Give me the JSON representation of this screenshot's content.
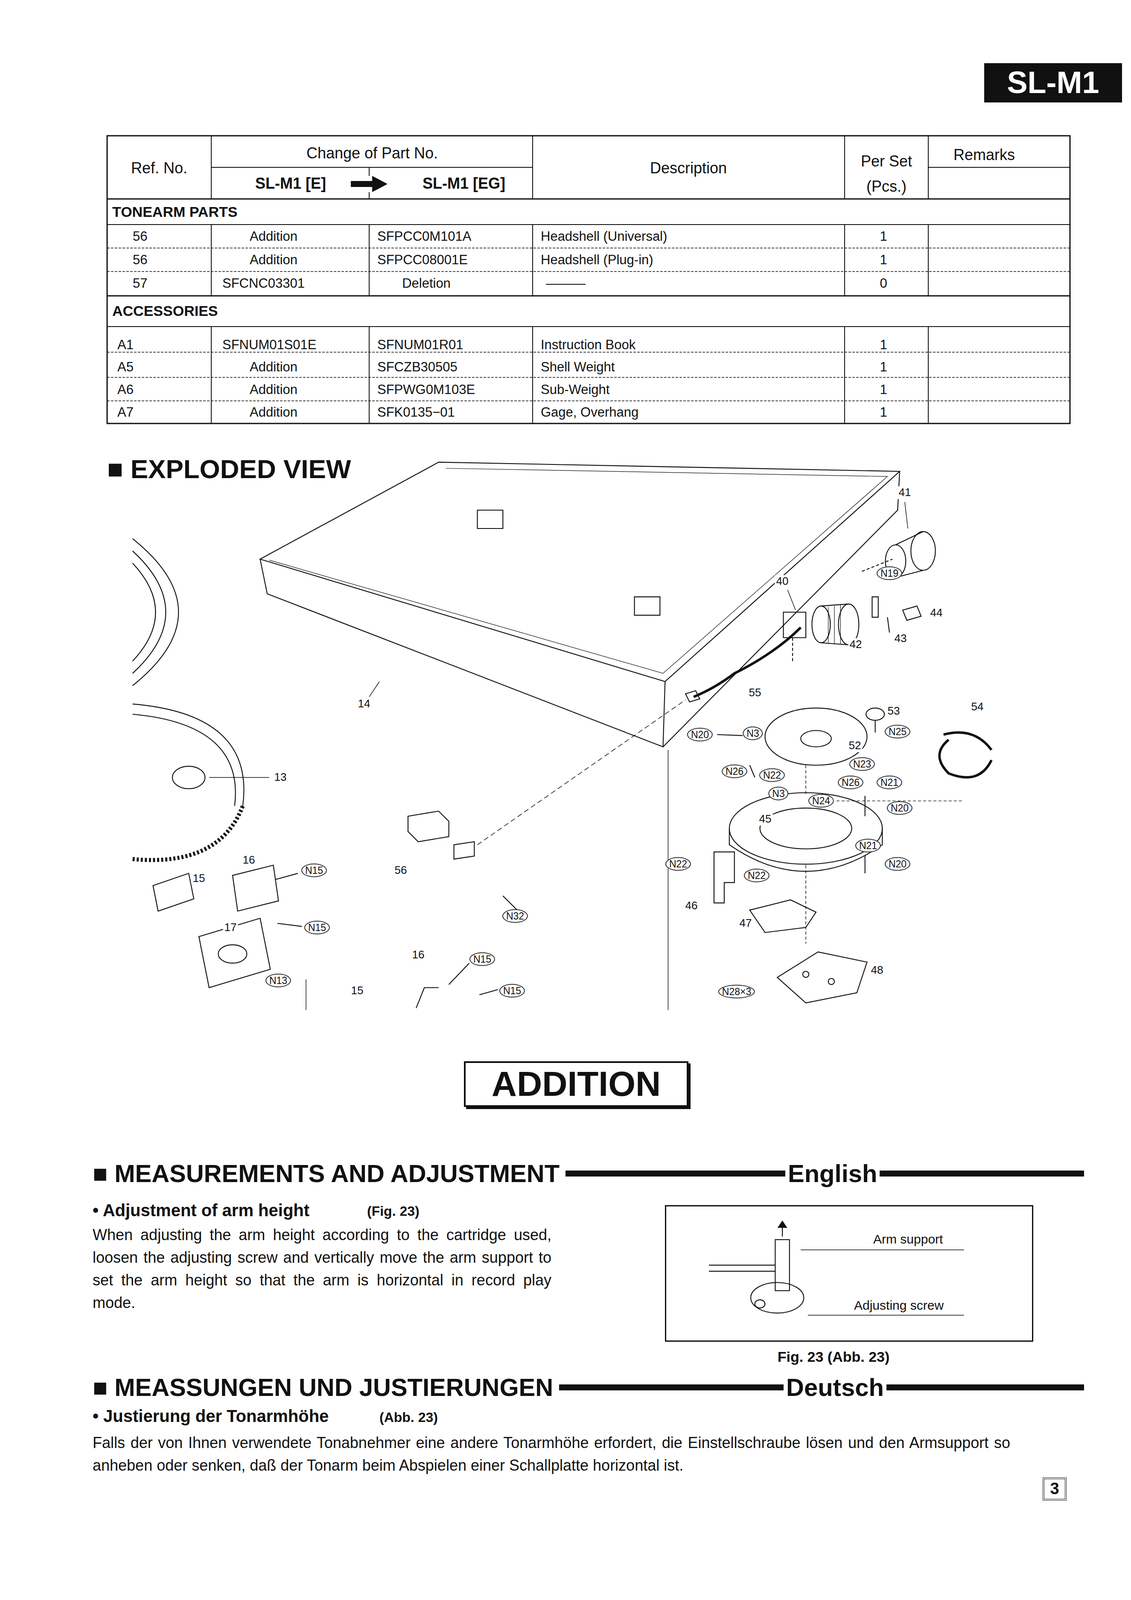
{
  "diagram": {
    "nodes": [
      {
        "text": [
          "SL-M1"
        ]
      },
      {
        "text": [
          "ADDITION"
        ]
      },
      {
        "text": [
          "Arm support",
          "Adjusting screw"
        ]
      },
      {
        "text": [
          "3"
        ]
      }
    ],
    "labels": [
      "Ref. No.",
      "Change of Part No.",
      "SL-M1 [E]",
      "SL-M1 [EG]",
      "Description",
      "Per Set",
      "(Pcs.)",
      "Remarks",
      "TONEARM PARTS",
      "56",
      "Addition",
      "SFPCC0M101A",
      "Headshell (Universal)",
      "1",
      "56",
      "Addition",
      "SFPCC08001E",
      "Headshell (Plug-in)",
      "1",
      "57",
      "SFCNC03301",
      "Deletion",
      "———",
      "0",
      "ACCESSORIES",
      "A1",
      "SFNUM01S01E",
      "SFNUM01R01",
      "Instruction Book",
      "1",
      "A5",
      "Addition",
      "SFCZB30505",
      "Shell Weight",
      "1",
      "A6",
      "Addition",
      "SFPWG0M103E",
      "Sub-Weight",
      "1",
      "A7",
      "Addition",
      "SFK0135−01",
      "Gage, Overhang",
      "1",
      "■ EXPLODED VIEW",
      "41",
      "N19",
      "40",
      "44",
      "42",
      "43",
      "55",
      "53",
      "54",
      "N20",
      "N3",
      "N25",
      "52",
      "N26",
      "N22",
      "N23",
      "N3",
      "N26",
      "N21",
      "N24",
      "N20",
      "45",
      "N21",
      "N22",
      "N20",
      "N22",
      "46",
      "47",
      "48",
      "N28×3",
      "14",
      "13",
      "16",
      "N15",
      "15",
      "56",
      "17",
      "N15",
      "N32",
      "16",
      "N15",
      "N13",
      "15",
      "N15",
      "■ MEASUREMENTS AND ADJUSTMENT",
      "English",
      "• Adjustment of arm height",
      "(Fig. 23)",
      "When adjusting the arm height according to the cartridge used, loosen the adjusting screw and vertically move the arm support to set the arm height so that the arm is horizontal in record play mode.",
      "Fig. 23 (Abb. 23)",
      "■ MEASSUNGEN UND JUSTIERUNGEN",
      "Deutsch",
      "• Justierung der Tonarmhöhe",
      "(Abb. 23)",
      "Falls der von Ihnen verwendete Tonabnehmer eine andere Tonarmhöhe erfordert, die Einstellschraube lösen und den Armsupport so anheben oder senken, daß der Tonarm beim Abspielen einer Schallplatte horizontal ist."
    ]
  }
}
